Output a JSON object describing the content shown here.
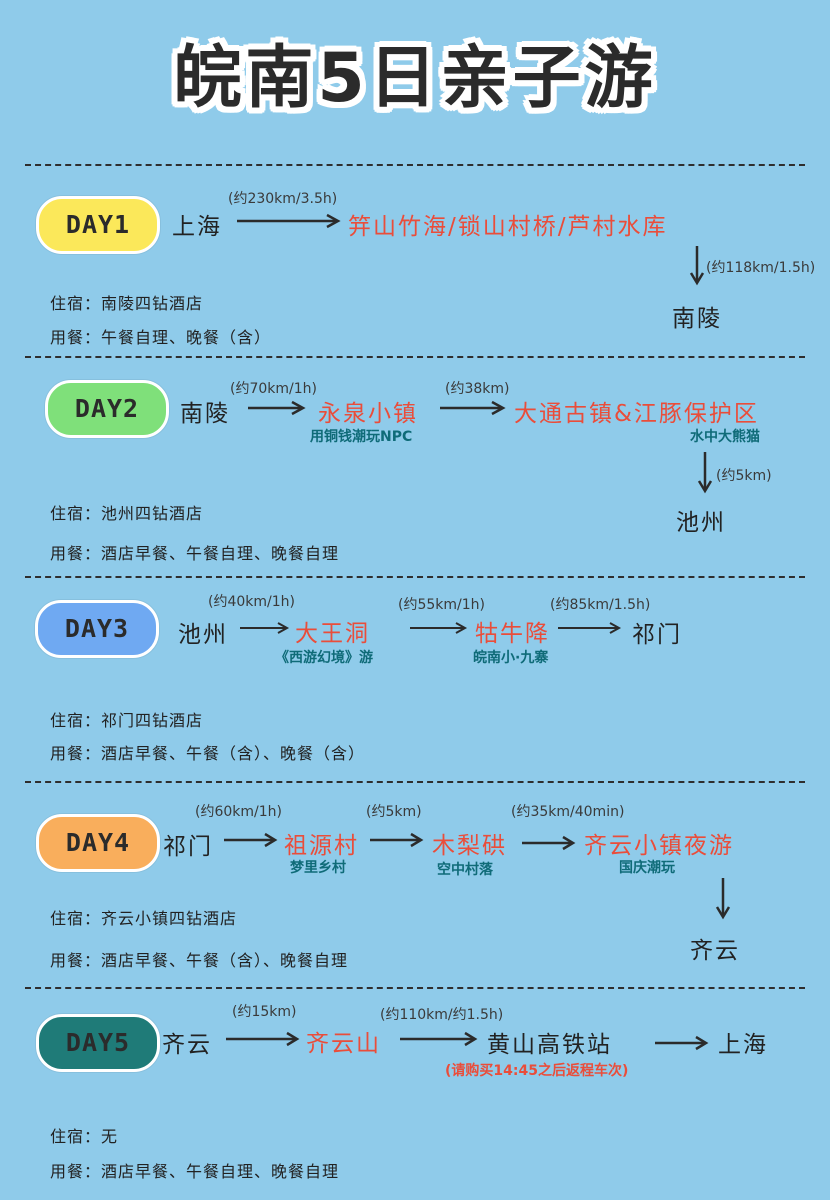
{
  "title": "皖南5日亲子游",
  "colors": {
    "background": "#8fcbea",
    "highlight": "#ea4d3a",
    "subnote": "#0f6b78",
    "day1": "#fbe85a",
    "day2": "#7fe07a",
    "day3": "#6fa9f2",
    "day4": "#f9ae5c",
    "day5": "#1f7b78"
  },
  "day1": {
    "badge": "DAY1",
    "start": "上海",
    "leg1": "(约230km/3.5h)",
    "dest1": "笄山竹海/锁山村桥/芦村水库",
    "leg2": "(约118km/1.5h)",
    "end": "南陵",
    "lodging": "住宿：南陵四钻酒店",
    "meals": "用餐：午餐自理、晚餐（含）"
  },
  "day2": {
    "badge": "DAY2",
    "start": "南陵",
    "leg1": "(约70km/1h)",
    "dest1": "永泉小镇",
    "dest1_note": "用铜钱潮玩NPC",
    "leg2": "(约38km)",
    "dest2": "大通古镇&江豚保护区",
    "dest2_note": "水中大熊猫",
    "leg3": "(约5km)",
    "end": "池州",
    "lodging": "住宿：池州四钻酒店",
    "meals": "用餐：酒店早餐、午餐自理、晚餐自理"
  },
  "day3": {
    "badge": "DAY3",
    "start": "池州",
    "leg1": "(约40km/1h)",
    "dest1": "大王洞",
    "dest1_note": "《西游幻境》游",
    "leg2": "(约55km/1h)",
    "dest2": "牯牛降",
    "dest2_note": "皖南小·九寨",
    "leg3": "(约85km/1.5h)",
    "end": "祁门",
    "lodging": "住宿：祁门四钻酒店",
    "meals": "用餐：酒店早餐、午餐（含）、晚餐（含）"
  },
  "day4": {
    "badge": "DAY4",
    "start": "祁门",
    "leg1": "(约60km/1h)",
    "dest1": "祖源村",
    "dest1_note": "梦里乡村",
    "leg2": "(约5km)",
    "dest2": "木梨硔",
    "dest2_note": "空中村落",
    "leg3": "(约35km/40min)",
    "dest3": "齐云小镇夜游",
    "dest3_note": "国庆潮玩",
    "end": "齐云",
    "lodging": "住宿：齐云小镇四钻酒店",
    "meals": "用餐：酒店早餐、午餐（含）、晚餐自理"
  },
  "day5": {
    "badge": "DAY5",
    "start": "齐云",
    "leg1": "(约15km)",
    "dest1": "齐云山",
    "leg2": "(约110km/约1.5h)",
    "dest2": "黄山高铁站",
    "dest2_note": "(请购买14:45之后返程车次)",
    "end": "上海",
    "lodging": "住宿：无",
    "meals": "用餐：酒店早餐、午餐自理、晚餐自理"
  }
}
